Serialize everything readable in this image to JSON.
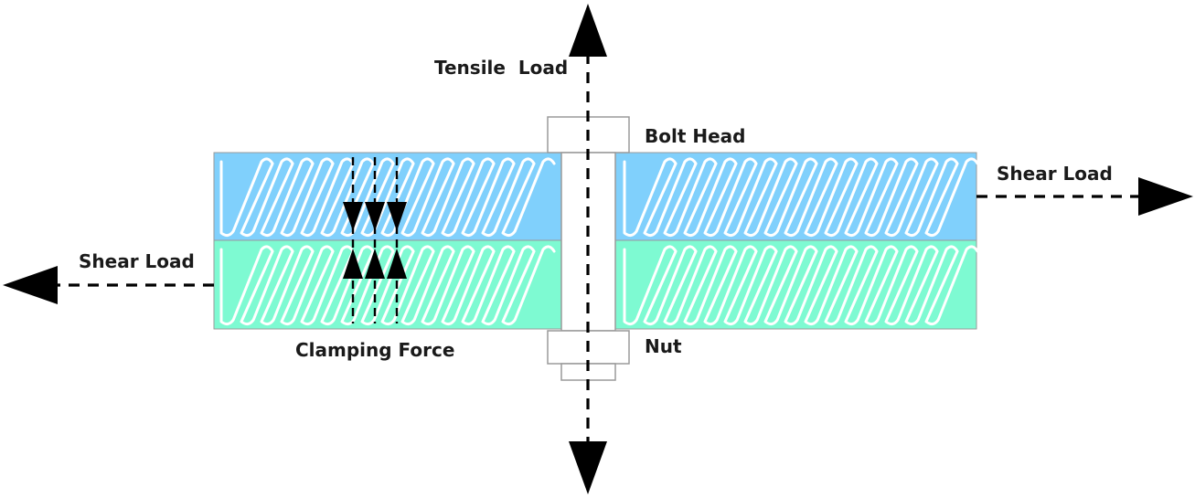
{
  "labels": {
    "tensile_load": "Tensile  Load",
    "bolt_head": "Bolt Head",
    "shear_load_right": "Shear Load",
    "shear_load_left": "Shear Load",
    "clamping_force": "Clamping Force",
    "nut": "Nut"
  },
  "colors": {
    "upper_plate": "#80d0fc",
    "lower_plate": "#7efad2",
    "hatch": "#ffffff",
    "bolt_outline": "#9a9a9a",
    "arrow": "#000000",
    "text": "#1a1a1a"
  }
}
